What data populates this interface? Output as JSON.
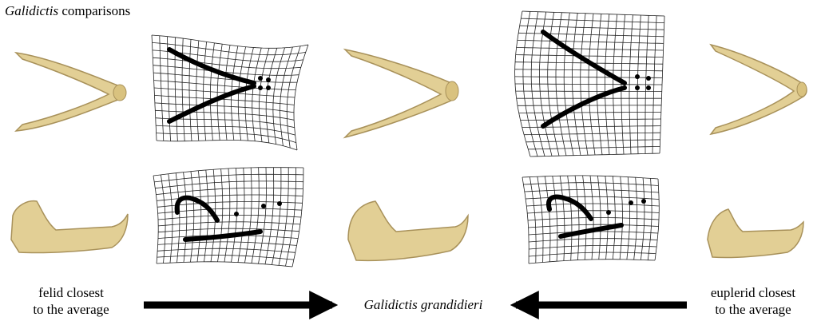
{
  "figure": {
    "title_genus": "Galidictis",
    "title_rest": " comparisons",
    "left_caption_line1": "felid closest",
    "left_caption_line2": "to the average",
    "center_label": "Galidictis grandidieri",
    "right_caption_line1": "euplerid closest",
    "right_caption_line2": "to the average"
  },
  "colors": {
    "bone": "#e2cf95",
    "bone_shade": "#a8915a",
    "grid": "#222222",
    "landmark": "#000000",
    "arrow": "#000000"
  },
  "panels": [
    {
      "id": "felid-dorsal-jaw",
      "kind": "bone-image"
    },
    {
      "id": "felid-dorsal-grid",
      "kind": "deformation-grid"
    },
    {
      "id": "galidictis-dorsal-jaw",
      "kind": "bone-image"
    },
    {
      "id": "euplerid-dorsal-grid",
      "kind": "deformation-grid"
    },
    {
      "id": "euplerid-dorsal-jaw",
      "kind": "bone-image"
    },
    {
      "id": "felid-lateral-jaw",
      "kind": "bone-image"
    },
    {
      "id": "felid-lateral-grid",
      "kind": "deformation-grid"
    },
    {
      "id": "galidictis-lateral-jaw",
      "kind": "bone-image"
    },
    {
      "id": "euplerid-lateral-grid",
      "kind": "deformation-grid"
    },
    {
      "id": "euplerid-lateral-jaw",
      "kind": "bone-image"
    }
  ],
  "arrows": [
    {
      "id": "left-arrow",
      "direction": "right"
    },
    {
      "id": "right-arrow",
      "direction": "left"
    }
  ]
}
